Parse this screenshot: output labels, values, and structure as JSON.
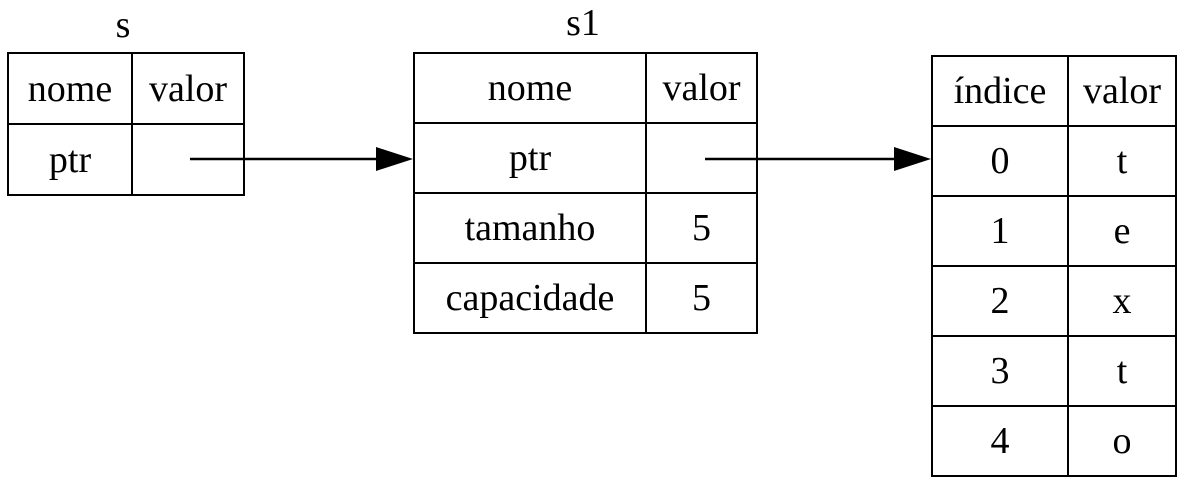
{
  "stack_s": {
    "title": "s",
    "header": {
      "name": "nome",
      "value": "valor"
    },
    "rows": [
      {
        "name": "ptr",
        "value": ""
      }
    ]
  },
  "stack_s1": {
    "title": "s1",
    "header": {
      "name": "nome",
      "value": "valor"
    },
    "rows": [
      {
        "name": "ptr",
        "value": ""
      },
      {
        "name": "tamanho",
        "value": "5"
      },
      {
        "name": "capacidade",
        "value": "5"
      }
    ]
  },
  "heap": {
    "header": {
      "index": "índice",
      "value": "valor"
    },
    "rows": [
      {
        "index": "0",
        "value": "t"
      },
      {
        "index": "1",
        "value": "e"
      },
      {
        "index": "2",
        "value": "x"
      },
      {
        "index": "3",
        "value": "t"
      },
      {
        "index": "4",
        "value": "o"
      }
    ]
  },
  "colors": {
    "stroke": "#000000",
    "background": "#ffffff"
  }
}
